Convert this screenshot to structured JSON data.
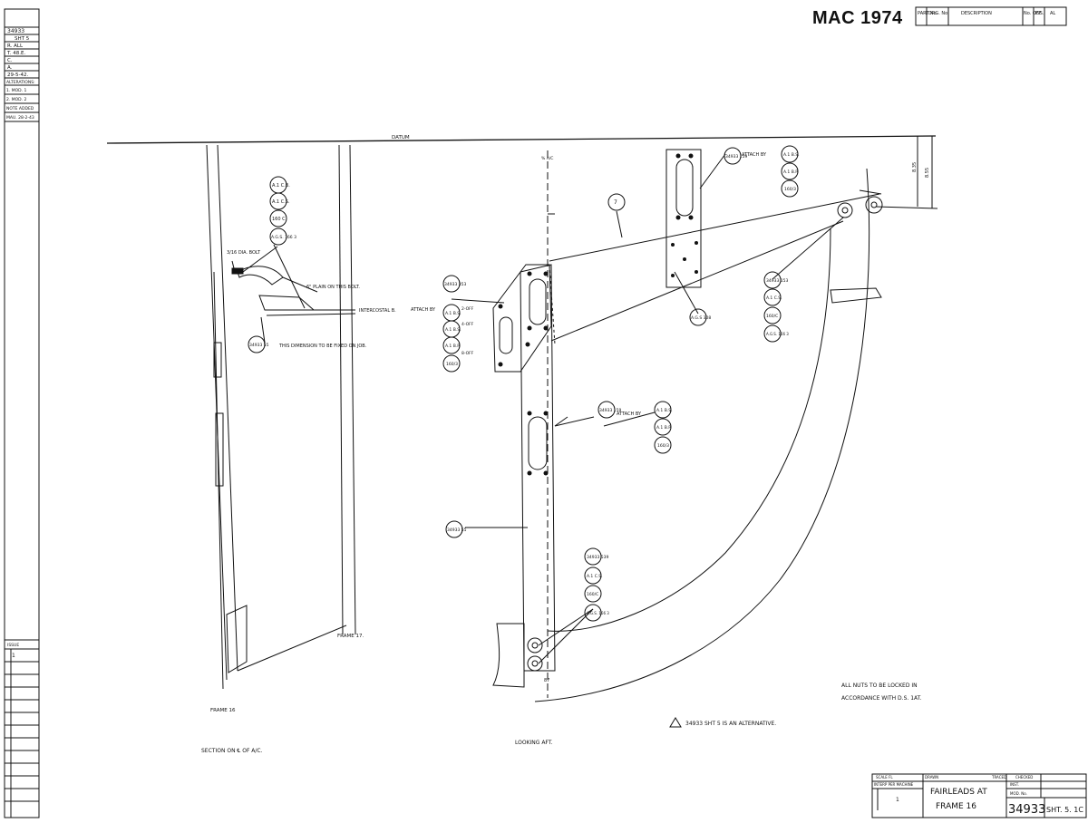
{
  "header": {
    "code": "MAC 1974",
    "rev_table": [
      "PART No.",
      "DRG. No.",
      "DESCRIPTION",
      "No. OFF",
      "ISS.",
      "AL"
    ]
  },
  "side_strip": {
    "rows": [
      "34933",
      "SHT 5",
      "R. ALL",
      "T. 48.E.",
      "C.",
      "A.",
      "29-5-42.",
      "ALTERATIONS:",
      "1. MOD. 1",
      "2. MOD. 2",
      "NOTE ADDED",
      "MAU. 28-2-43"
    ],
    "issue_label": "ISSUE",
    "issue_value": "1"
  },
  "drawing": {
    "datum": "DATUM",
    "section_caption": "SECTION ON ℄ OF A/C.",
    "looking_caption": "LOOKING AFT.",
    "frame16": "FRAME 16",
    "frame17": "FRAME 17.",
    "intercostal": "INTERCOSTAL B.",
    "note_plain": "6\" PLAIN ON THIS BOLT.",
    "note_dimension": "THIS DIMENSION TO BE FIXED ON JOB.",
    "note_bolt": "3/16 DIA. BOLT",
    "callout_ref": "7",
    "attach_by": "ATTACH BY",
    "hole_labels": [
      "2-OFF",
      "4-OFF",
      "8-OFF"
    ],
    "ref_numbers": [
      "34933 353",
      "34933 159",
      "34933 55",
      "34933 159",
      "34933 153",
      "34933 155",
      "34933 539",
      "A.G.S 308"
    ],
    "spec_bubbles_left": [
      "A.1 C.B.",
      "A.1 C.S.",
      "160 C",
      "A.G.S. 166 3"
    ],
    "spec_bubbles_centre": [
      "A.1 B.S.",
      "A.1 B.S.",
      "A.1 B.P.",
      "160/3"
    ],
    "spec_bubbles_frame": [
      "A.1 B.S.",
      "A.1 B.P.",
      "160/3"
    ],
    "spec_bubbles_top": [
      "A.1 B.S.",
      "A.1 B.P.",
      "160/3"
    ],
    "spec_bubbles_right": [
      "A.1 C.S.",
      "160/C",
      "A.G.S. 166 3"
    ],
    "spec_bubbles_bottom": [
      "A.1 C.S.",
      "160/C",
      "A.G.S. 166 3"
    ],
    "dim_labels": [
      "8.35",
      "8.55"
    ],
    "small_87": "87",
    "pct": "% A/C",
    "note_nuts_1": "ALL NUTS TO BE LOCKED IN",
    "note_nuts_2": "ACCORDANCE WITH D.S. 1AT.",
    "note_alt": "34933 SHT 5 IS AN ALTERNATIVE."
  },
  "title_block": {
    "scale": "SCALE FL",
    "drawn": "DRAWN",
    "traced": "TRACED",
    "checked": "CHECKED",
    "interp": "INTERP PER MACHINE",
    "title_1": "FAIRLEADS AT",
    "title_2": "FRAME 16",
    "number": "34933",
    "sheet": "SHT. 5. 1C",
    "issue": "1",
    "inst": "INST.",
    "mod": "MOD. No."
  }
}
